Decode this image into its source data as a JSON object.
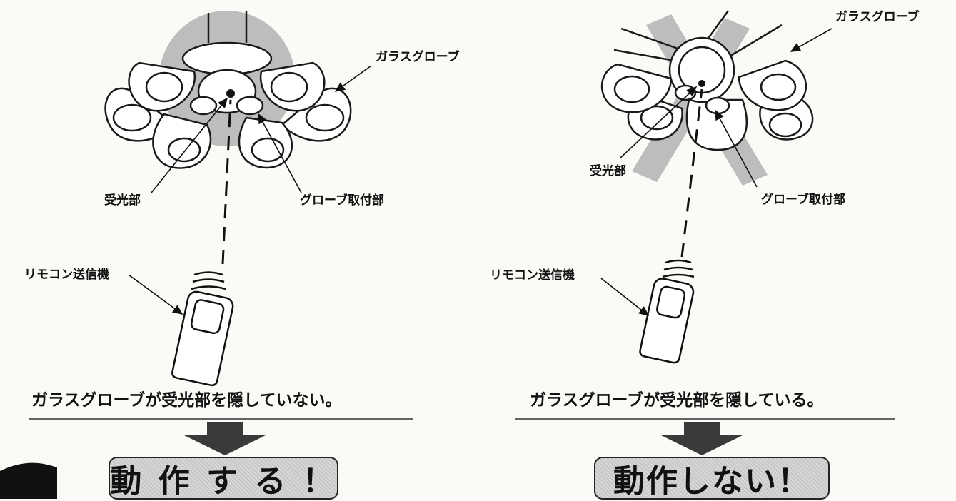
{
  "left": {
    "glass_globe": "ガラスグローブ",
    "receiver": "受光部",
    "globe_mount": "グローブ取付部",
    "remote": "リモコン送信機",
    "caption": "ガラスグローブが受光部を隠していない。",
    "result": "動 作 す る ！"
  },
  "right": {
    "glass_globe": "ガラスグローブ",
    "receiver": "受光部",
    "globe_mount": "グローブ取付部",
    "remote": "リモコン送信機",
    "caption": "ガラスグローブが受光部を隠している。",
    "result": "動作しない！"
  },
  "colors": {
    "line": "#1a1a1a",
    "shade": "#bdbdbd",
    "arrow": "#3a3a3a"
  }
}
